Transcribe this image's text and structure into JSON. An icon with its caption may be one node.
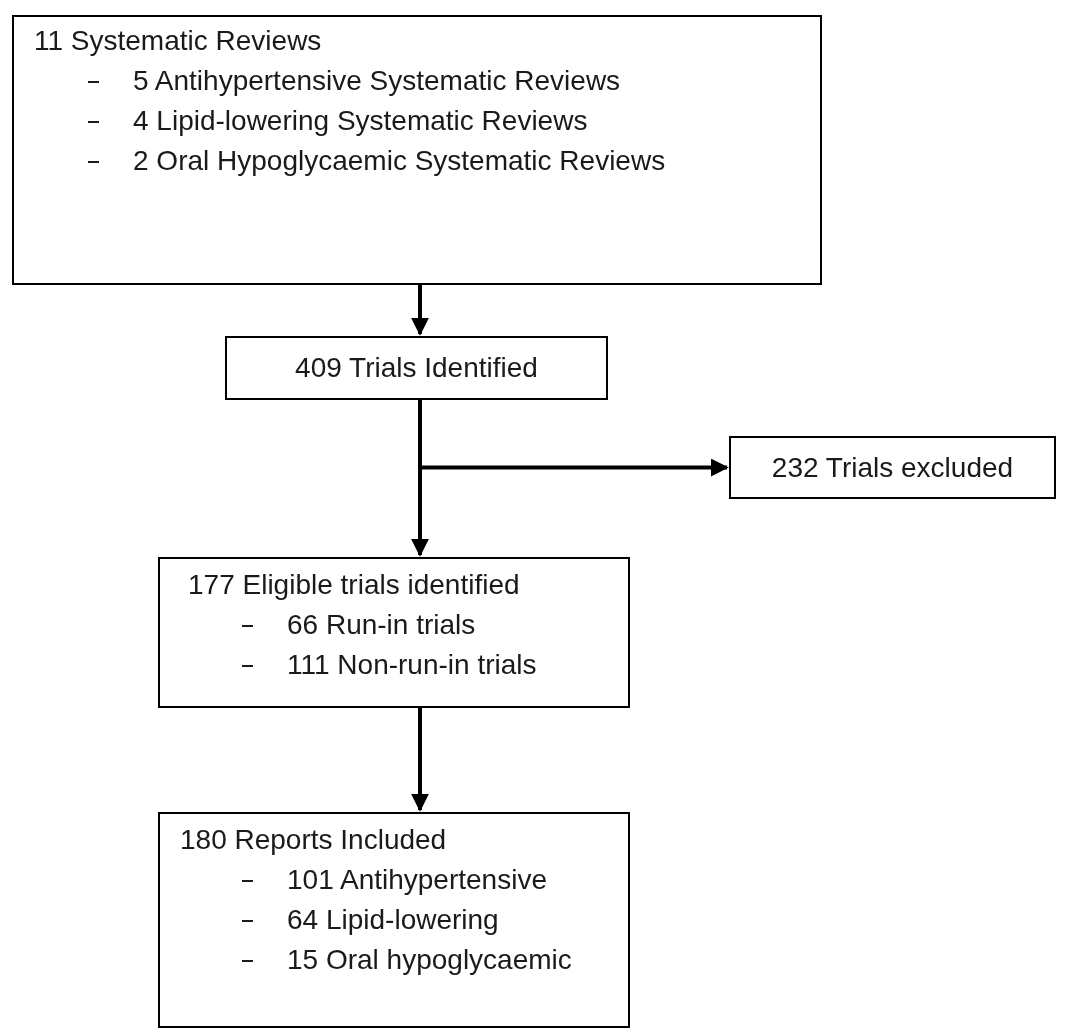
{
  "diagram": {
    "nodes": [
      {
        "text": [
          "11 Systematic Reviews",
          "5 Antihypertensive Systematic Reviews",
          "4 Lipid-lowering Systematic Reviews",
          "2 Oral Hypoglycaemic Systematic Reviews"
        ]
      },
      {
        "text": [
          "409 Trials Identified"
        ]
      },
      {
        "text": [
          "177 Eligible trials identified",
          "66 Run-in trials",
          "111 Non-run-in trials"
        ]
      },
      {
        "text": [
          "232 Trials excluded"
        ]
      },
      {
        "text": [
          "180 Reports Included",
          "101 Antihypertensive",
          "64 Lipid-lowering",
          "15 Oral hypoglycaemic"
        ]
      }
    ],
    "edges": [
      {
        "from": 0,
        "to": 1,
        "arrow": "to"
      },
      {
        "from": 1,
        "to": 2,
        "arrow": "to"
      },
      {
        "from": 1,
        "to": 3,
        "arrow": "to"
      },
      {
        "from": 2,
        "to": 4,
        "arrow": "to"
      }
    ]
  }
}
